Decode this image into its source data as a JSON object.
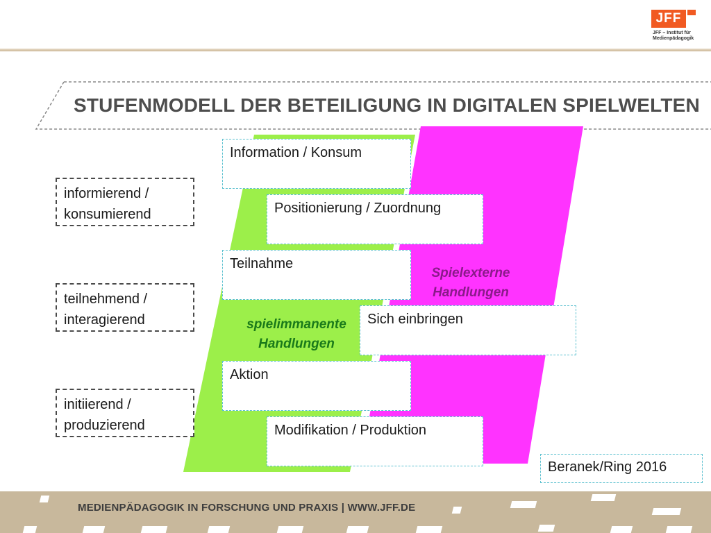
{
  "title": "STUFENMODELL DER BETEILIGUNG IN DIGITALEN SPIELWELTEN",
  "logo": {
    "mark": "JFF",
    "subtitle": "JFF – Institut für Medienpädagogik",
    "color": "#f15a22"
  },
  "levels": [
    {
      "line1": "informierend /",
      "line2": "konsumierend"
    },
    {
      "line1": "teilnehmend /",
      "line2": "interagierend"
    },
    {
      "line1": "initiierend /",
      "line2": "produzierend"
    }
  ],
  "steps": [
    "Information / Konsum",
    "Positionierung / Zuordnung",
    "Teilnahme",
    "Sich einbringen",
    "Aktion",
    "Modifikation / Produktion"
  ],
  "labels": {
    "internal": {
      "line1": "spielimmanente",
      "line2": "Handlungen"
    },
    "external": {
      "line1": "Spielexterne",
      "line2": "Handlungen"
    }
  },
  "citation": "Beranek/Ring 2016",
  "footer": "MEDIENPÄDAGOGIK IN FORSCHUNG UND PRAXIS  |  WWW.JFF.DE",
  "colors": {
    "green": "#9cef4a",
    "magenta": "#ff33ff",
    "footer": "#c8b89c",
    "accent_border": "#5bc0cf"
  }
}
